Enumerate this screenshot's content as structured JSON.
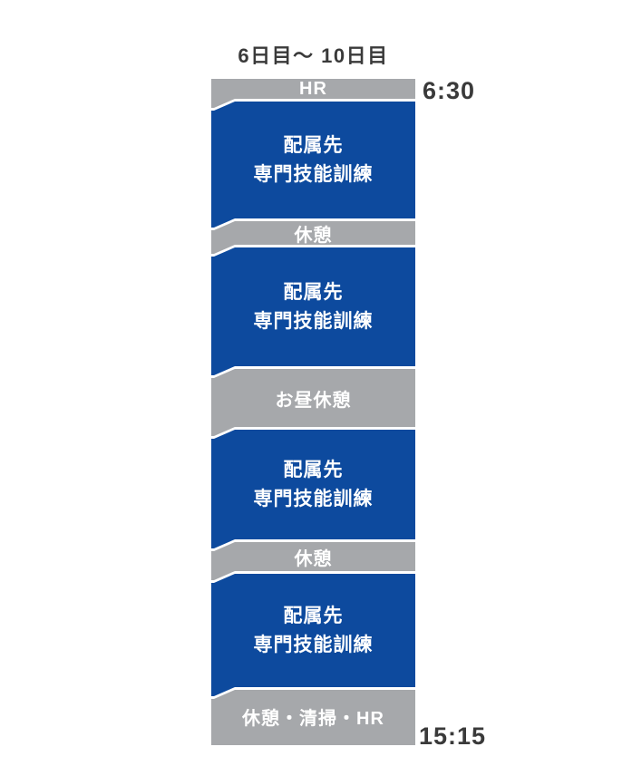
{
  "title": "6日目～ 10日目",
  "times": {
    "start": "6:30",
    "end": "15:15"
  },
  "colors": {
    "training_blue": "#0d4a9e",
    "break_gray": "#a6a8ab",
    "band_text": "#ffffff",
    "heading_text": "#3a3a3a",
    "background": "#ffffff"
  },
  "schedule": {
    "bands": [
      {
        "label": "HR",
        "type": "break",
        "from": 0,
        "to": 23.5
      },
      {
        "label": "配属先\n専門技能訓練",
        "type": "training",
        "from": 23.5,
        "to": 155.5
      },
      {
        "label": "休憩",
        "type": "break",
        "from": 155.5,
        "to": 184.5
      },
      {
        "label": "配属先\n専門技能訓練",
        "type": "training",
        "from": 184.5,
        "to": 318.5
      },
      {
        "label": "お昼休憩",
        "type": "break",
        "from": 318.5,
        "to": 385.5
      },
      {
        "label": "配属先\n専門技能訓練",
        "type": "training",
        "from": 385.5,
        "to": 509.5
      },
      {
        "label": "休憩",
        "type": "break",
        "from": 509.5,
        "to": 544.5
      },
      {
        "label": "配属先\n専門技能訓練",
        "type": "training",
        "from": 544.5,
        "to": 672.5
      },
      {
        "label": "休憩・清掃・HR",
        "type": "break",
        "from": 672.5,
        "to": 735
      }
    ]
  }
}
